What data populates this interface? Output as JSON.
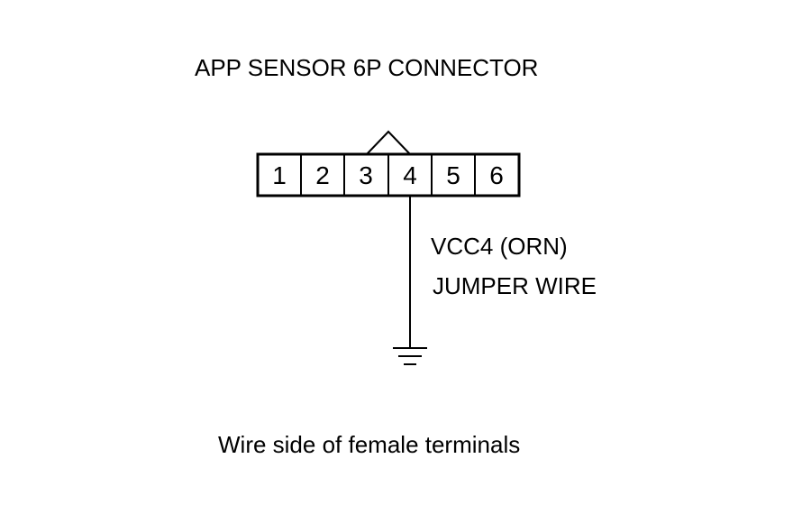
{
  "diagram": {
    "title": "APP SENSOR 6P CONNECTOR",
    "connector": {
      "pins": [
        "1",
        "2",
        "3",
        "4",
        "5",
        "6"
      ]
    },
    "wire": {
      "signal_label": "VCC4 (ORN)",
      "tool_label": "JUMPER WIRE"
    },
    "caption": "Wire side of female terminals"
  }
}
